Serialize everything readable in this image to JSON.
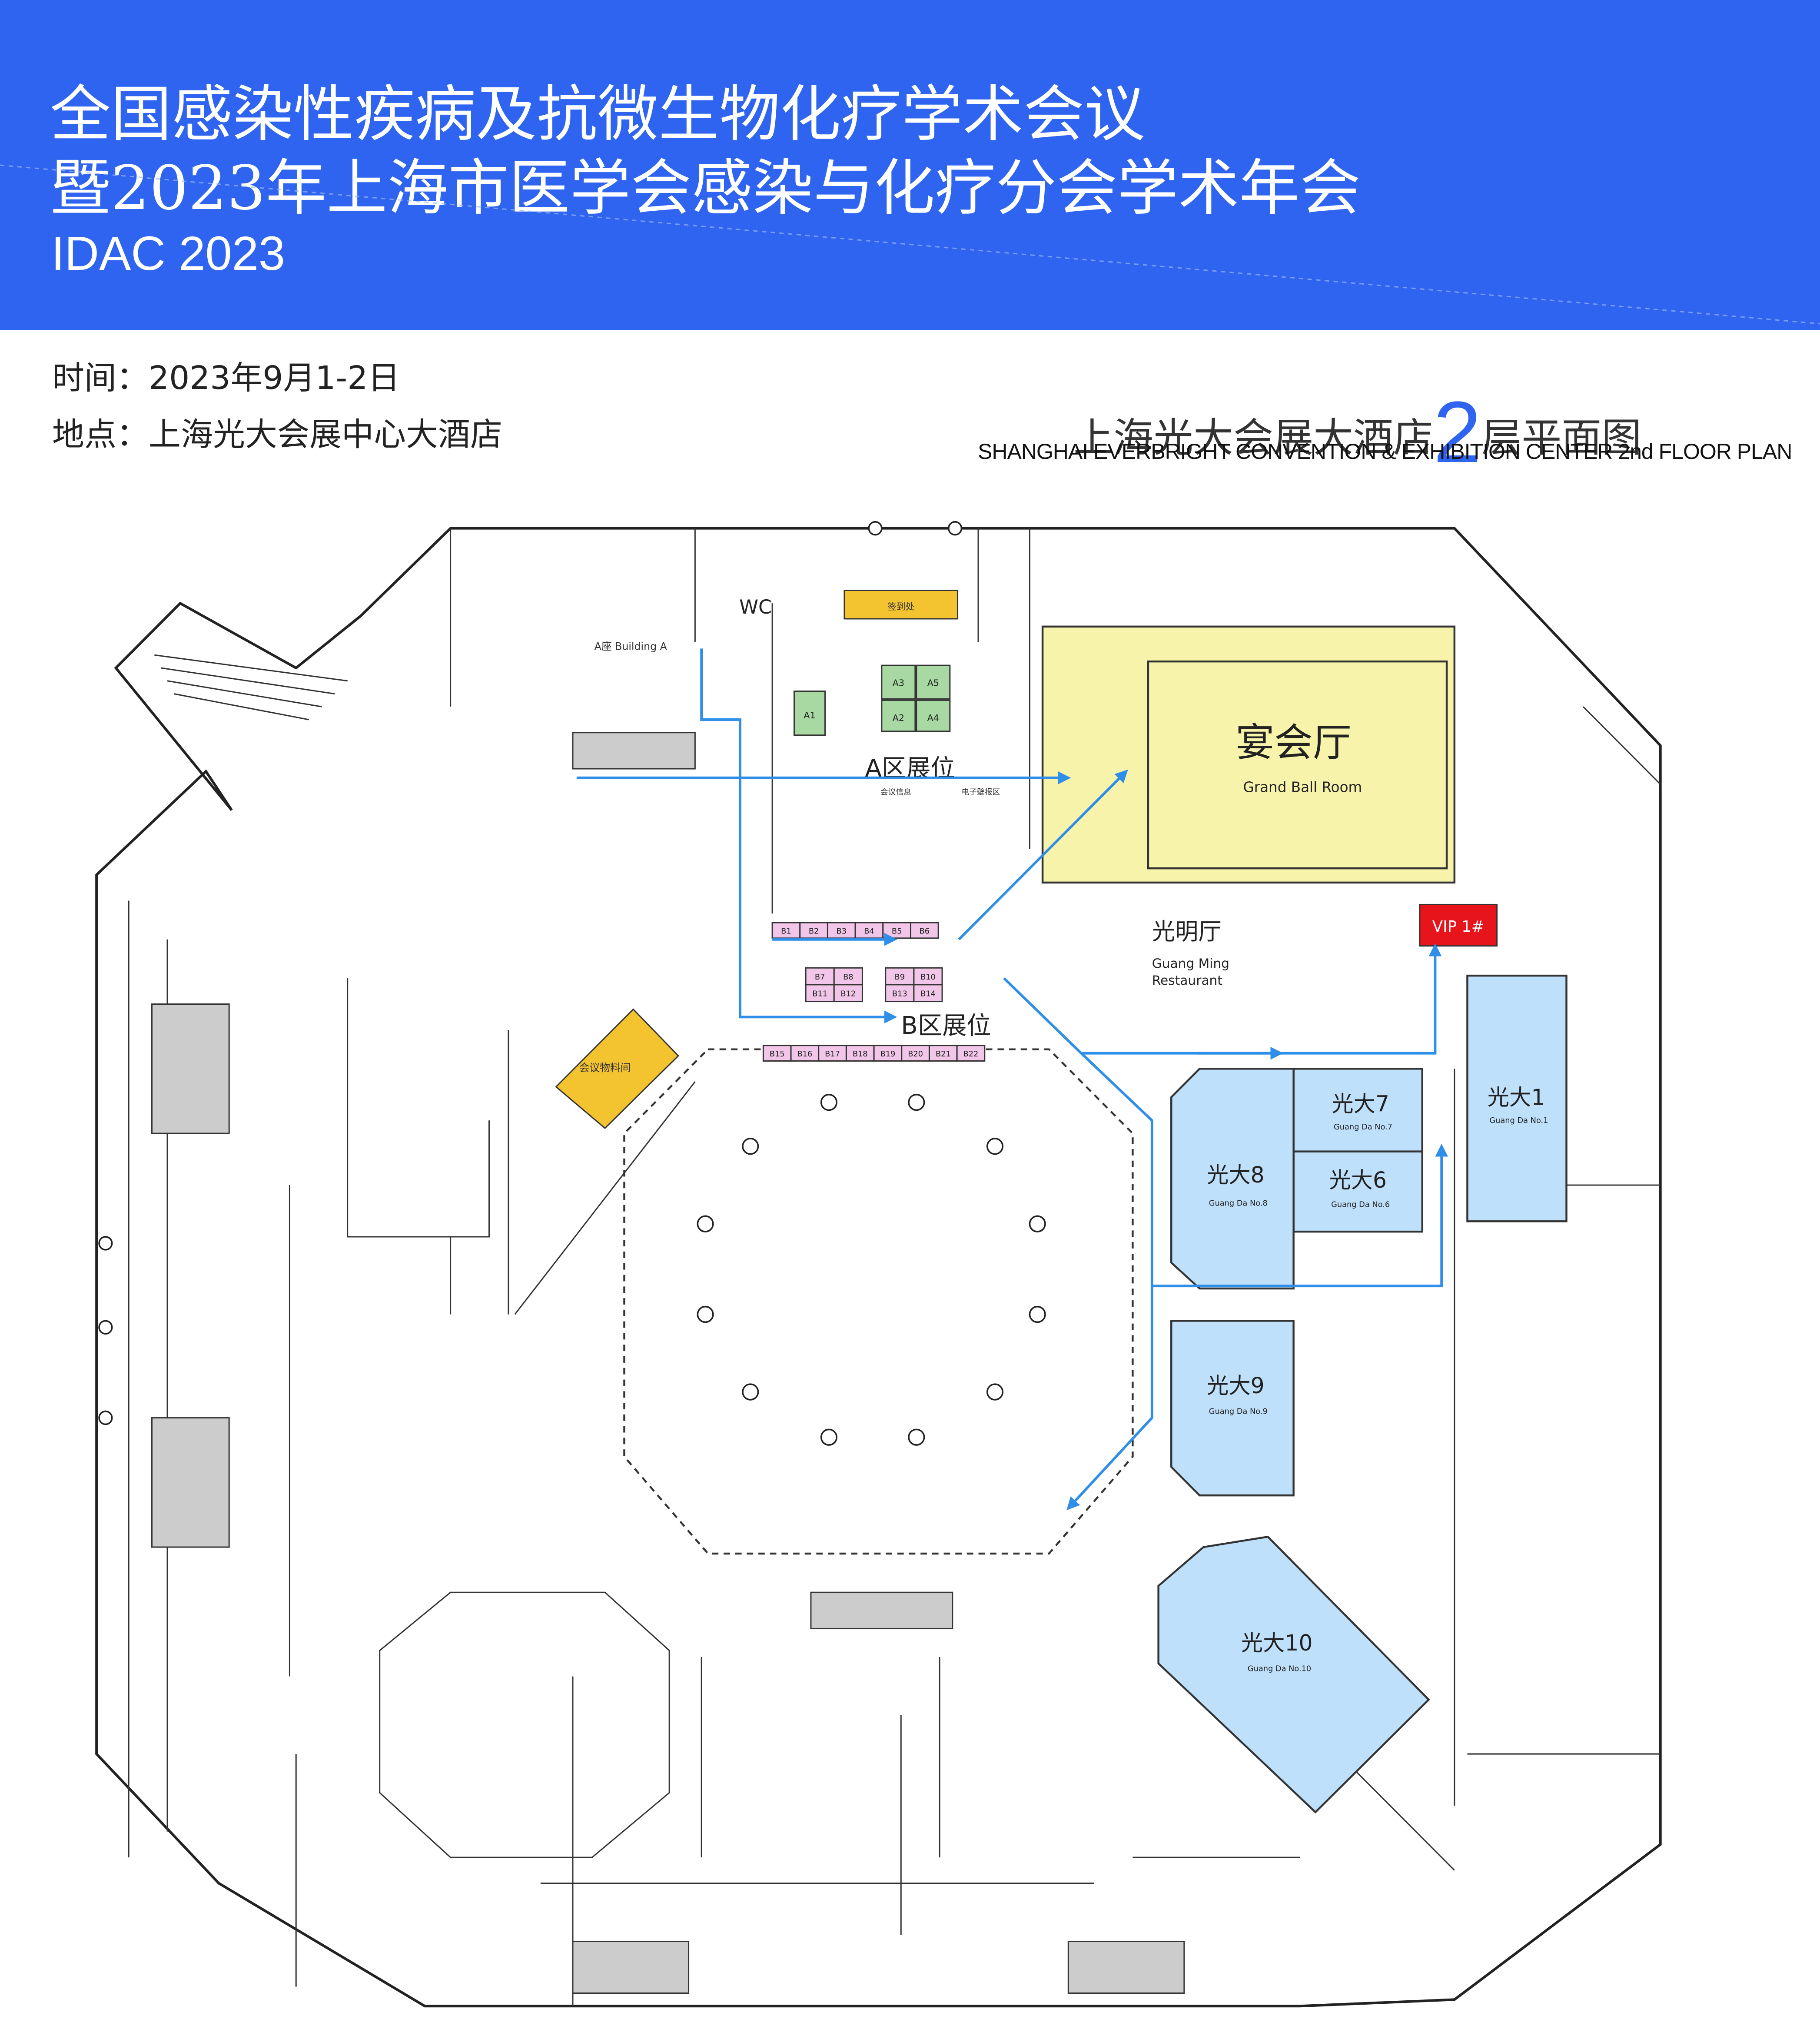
{
  "header": {
    "title_line1": "全国感染性疾病及抗微生物化疗学术会议",
    "title_line2": "暨2023年上海市医学会感染与化疗分会学术年会",
    "subtitle": "IDAC 2023"
  },
  "event": {
    "time_label": "时间：",
    "time_value": "2023年9月1-2日",
    "place_label": "地点：",
    "place_value": "上海光大会展中心大酒店"
  },
  "plan": {
    "title_prefix": "上海光大会展大酒店",
    "title_number": "2",
    "title_suffix": "层平面图",
    "subtitle": "SHANGHAI EVERBRIGHT CONVENTION & EXHIBITION CENTER 2nd FLOOR PLAN"
  },
  "colors": {
    "header_blue": "#2f64f0",
    "ballroom_yellow": "#f7f3ab",
    "room_blue": "#bfe0fb",
    "booth_green": "#a8d9a3",
    "booth_pink": "#f1c6e8",
    "storage_orange": "#f4c330",
    "vip_red": "#e8141c",
    "route_arrow_blue": "#2f8ee8"
  },
  "map": {
    "wc": "WC",
    "building_a": "A座 Building A",
    "a_zone": "A区展位",
    "b_zone": "B区展位",
    "booth_a": [
      "A1",
      "A2",
      "A3",
      "A4",
      "A5"
    ],
    "booth_b_row1": [
      "B1",
      "B2",
      "B3",
      "B4",
      "B5",
      "B6"
    ],
    "booth_b_mid_left": [
      "B7",
      "B8",
      "B11",
      "B12"
    ],
    "booth_b_mid_right": [
      "B9",
      "B10",
      "B13",
      "B14"
    ],
    "booth_b_row3": [
      "B15",
      "B16",
      "B17",
      "B18",
      "B19",
      "B20",
      "B21",
      "B22"
    ],
    "small_top_label": "签到处",
    "a_zone_sub_left": "会议信息",
    "a_zone_sub_right": "电子壁报区",
    "ballroom_cn": "宴会厅",
    "ballroom_en": "Grand Ball Room",
    "guangming_cn": "光明厅",
    "guangming_en_1": "Guang Ming",
    "guangming_en_2": "Restaurant",
    "vip": "VIP 1#",
    "storage": "会议物料间",
    "gd1_cn": "光大1",
    "gd1_en": "Guang Da No.1",
    "gd6_cn": "光大6",
    "gd6_en": "Guang Da No.6",
    "gd7_cn": "光大7",
    "gd7_en": "Guang Da No.7",
    "gd8_cn": "光大8",
    "gd8_en": "Guang Da No.8",
    "gd9_cn": "光大9",
    "gd9_en": "Guang Da No.9",
    "gd10_cn": "光大10",
    "gd10_en": "Guang Da No.10"
  }
}
